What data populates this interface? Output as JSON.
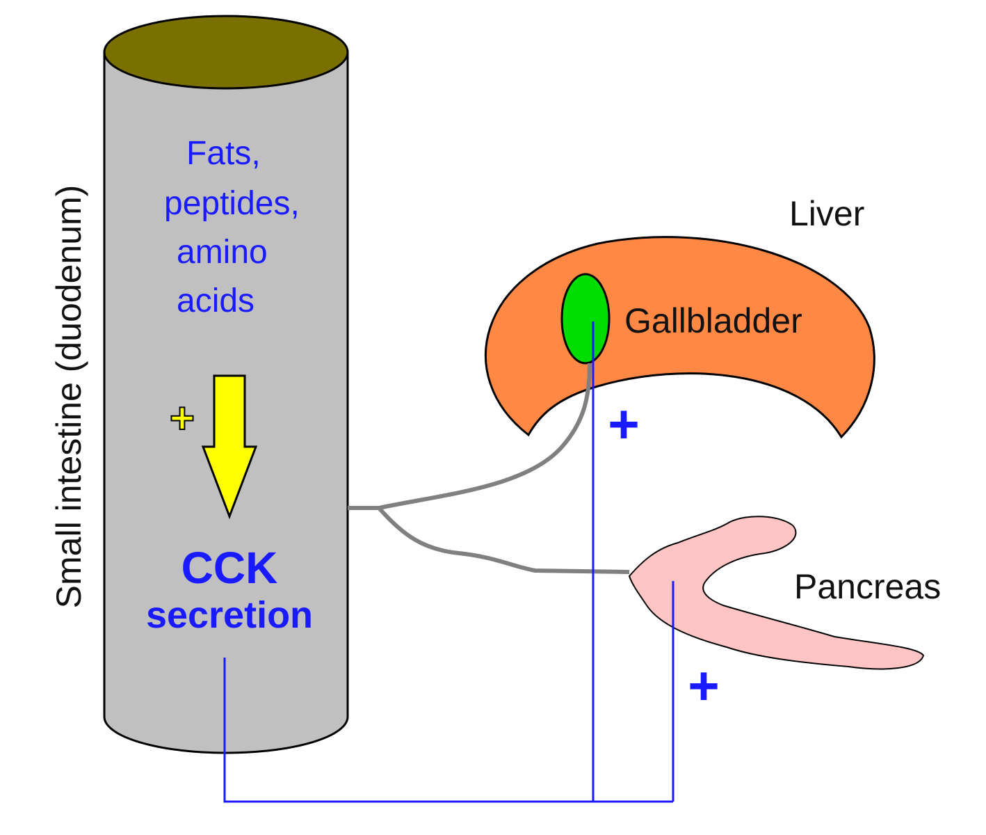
{
  "labels": {
    "intestine": "Small intestine (duodenum)",
    "nutrients": [
      "Fats,",
      "peptides,",
      "amino",
      "acids"
    ],
    "stimulus_sign": "+",
    "cck": "CCK",
    "secretion": "secretion",
    "liver": "Liver",
    "gallbladder": "Gallbladder",
    "pancreas": "Pancreas",
    "gallbladder_sign": "+",
    "pancreas_sign": "+"
  },
  "colors": {
    "intestine_body": "#c0c0c0",
    "intestine_top": "#7a7000",
    "liver": "#ff8844",
    "gallbladder": "#00dd00",
    "pancreas": "#ffc4c4",
    "arrow": "#ffff00",
    "signal_line": "#1a1aff",
    "nerve": "#808080",
    "text_blue": "#1a1aff"
  }
}
